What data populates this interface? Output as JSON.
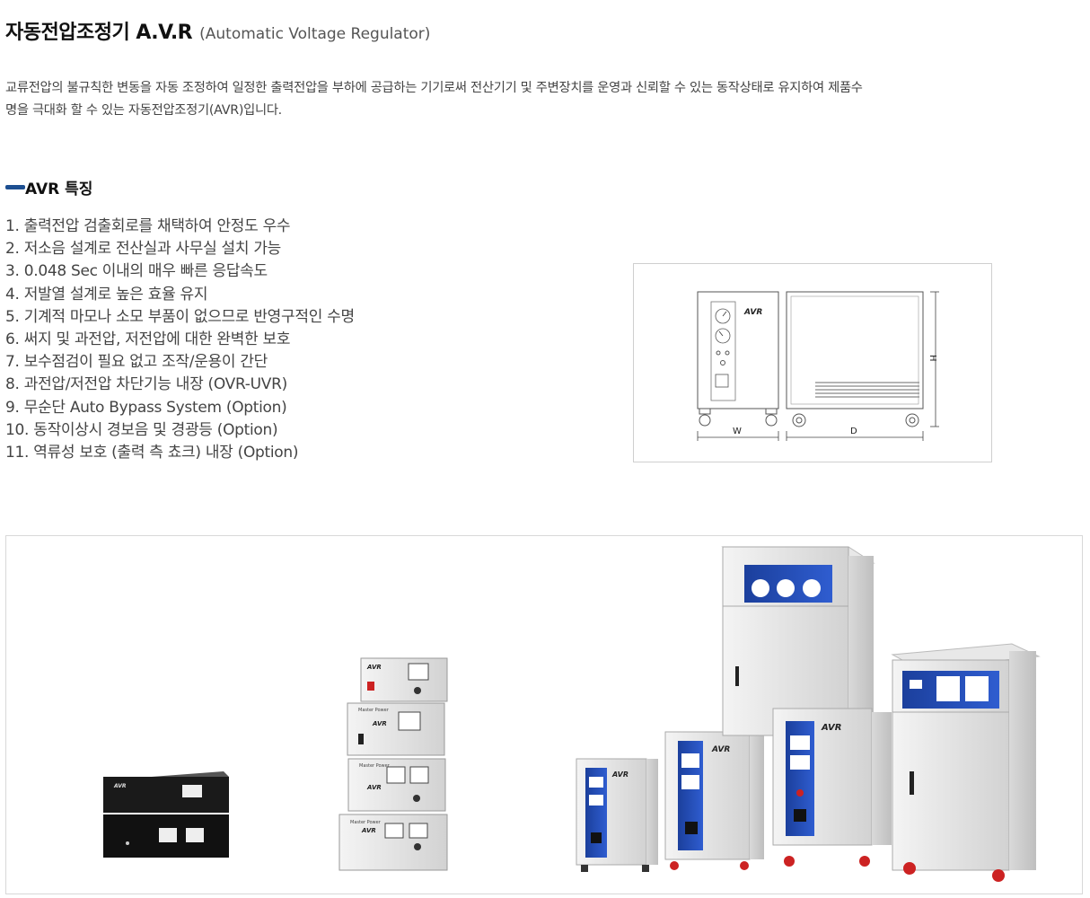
{
  "header": {
    "title": "자동전압조정기 A.V.R",
    "subtitle": "(Automatic Voltage Regulator)"
  },
  "intro": {
    "line1": "교류전압의 불규칙한 변동을 자동 조정하여 일정한 출력전압을 부하에 공급하는 기기로써 전산기기 및 주변장치를 운영과 신뢰할 수 있는 동작상태로 유지하여 제품수",
    "line2": "명을 극대화 할 수 있는 자동전압조정기(AVR)입니다."
  },
  "features": {
    "heading": "AVR 특징",
    "items": [
      "1. 출력전압 검출회로를 채택하여 안정도 우수",
      "2. 저소음 설계로 전산실과 사무실 설치 가능",
      "3. 0.048 Sec 이내의 매우 빠른 응답속도",
      "4. 저발열 설계로 높은 효율 유지",
      "5. 기계적 마모나 소모 부품이 없으므로 반영구적인 수명",
      "6. 써지 및 과전압, 저전압에 대한 완벽한 보호",
      "7. 보수점검이 필요 없고 조작/운용이 간단",
      "8. 과전압/저전압 차단기능 내장 (OVR-UVR)",
      "9. 무순단 Auto Bypass System (Option)",
      "10. 동작이상시 경보음 및 경광등 (Option)",
      "11. 역류성 보호 (출력 측 쵸크) 내장 (Option)"
    ]
  },
  "diagram": {
    "logo": "AVR",
    "label_w": "W",
    "label_d": "D",
    "label_h": "H"
  },
  "products": {
    "logo": "AVR",
    "brand": "Master Power"
  }
}
